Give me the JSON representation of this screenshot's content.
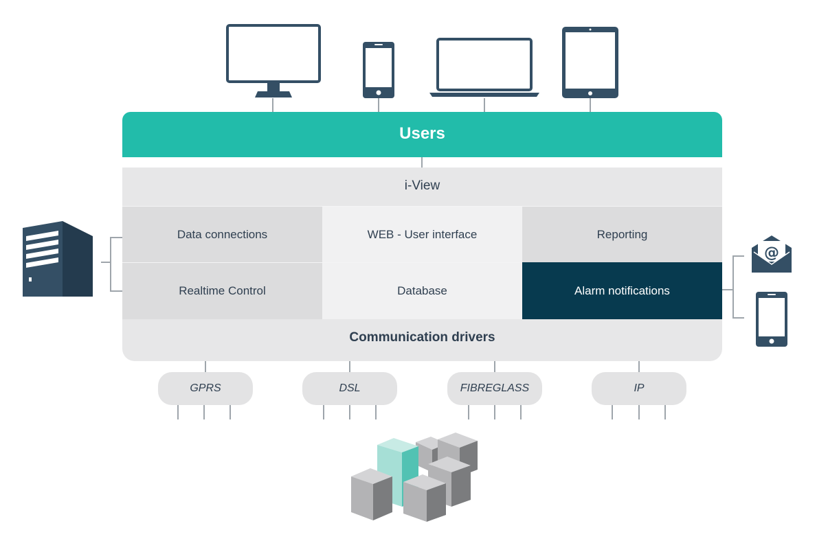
{
  "header": {
    "title": "Users"
  },
  "platform": {
    "title": "i-View",
    "modules": [
      "Data connections",
      "WEB - User interface",
      "Reporting",
      "Realtime Control",
      "Database",
      "Alarm notifications"
    ],
    "footer": "Communication drivers"
  },
  "connections": [
    "GPRS",
    "DSL",
    "FIBREGLASS",
    "IP"
  ],
  "colors": {
    "primary": "#22bcaa",
    "dark_highlight": "#073a4f",
    "icon": "#344f65",
    "connector": "#9ea5ab",
    "panel": "#e7e7e8"
  },
  "icons": {
    "top_devices": [
      "monitor-icon",
      "smartphone-icon",
      "laptop-icon",
      "tablet-icon"
    ],
    "left": "server-icon",
    "right": [
      "email-icon",
      "smartphone-icon"
    ],
    "bottom": "devices-cluster-icon"
  }
}
